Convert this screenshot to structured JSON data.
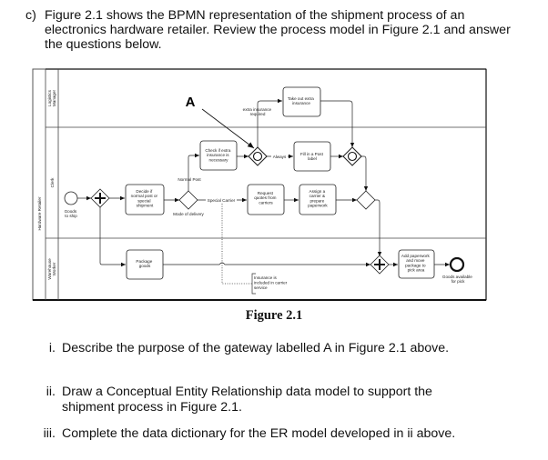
{
  "question": {
    "marker": "c)",
    "intro": "Figure 2.1 shows the BPMN representation of the shipment process of an electronics hardware retailer. Review the process model in Figure 2.1 and answer the questions below."
  },
  "diagram": {
    "pool": "Hardware Retailer",
    "lanes": [
      {
        "line1": "Logistics",
        "line2": "Manager"
      },
      {
        "line1": "Clerk",
        "line2": ""
      },
      {
        "line1": "Warehouse",
        "line2": "Worker"
      }
    ],
    "callout_label": "A",
    "start_event": {
      "line1": "Goods",
      "line2": "to ship"
    },
    "end_event": {
      "line1": "Goods available",
      "line2": "for pick"
    },
    "tasks": {
      "decide": [
        "Decide if",
        "normal post or",
        "special",
        "shipment"
      ],
      "check": [
        "Check if extra",
        "insurance is",
        "necessary"
      ],
      "take_out": [
        "Take out extra",
        "insurance"
      ],
      "fill_label": [
        "Fill in a Post",
        "label"
      ],
      "request_quotes": [
        "Request",
        "quotes from",
        "carriers"
      ],
      "assign_carrier": [
        "Assign a",
        "carrier &",
        "prepare",
        "paperwork"
      ],
      "package": [
        "Package",
        "goods"
      ],
      "add_paperwork": [
        "Add paperwork",
        "and move",
        "package to",
        "pick area"
      ]
    },
    "flow_labels": {
      "normal_post": "Normal Post",
      "special_carrier": "Special Carrier",
      "mode_of_delivery": "Mode of delivery",
      "always": "Always",
      "extra_insurance": [
        "extra insurance",
        "required"
      ]
    },
    "annotation": [
      "Insurance is",
      "included in carrier",
      "service"
    ]
  },
  "caption": "Figure 2.1",
  "questions": [
    {
      "num": "i.",
      "text": "Describe the purpose of the gateway labelled A in Figure 2.1 above."
    },
    {
      "num": "ii.",
      "text": "Draw a Conceptual Entity Relationship data model to support the shipment process in Figure 2.1."
    },
    {
      "num": "iii.",
      "text": "Complete the data dictionary for the ER model developed in ii above."
    }
  ]
}
